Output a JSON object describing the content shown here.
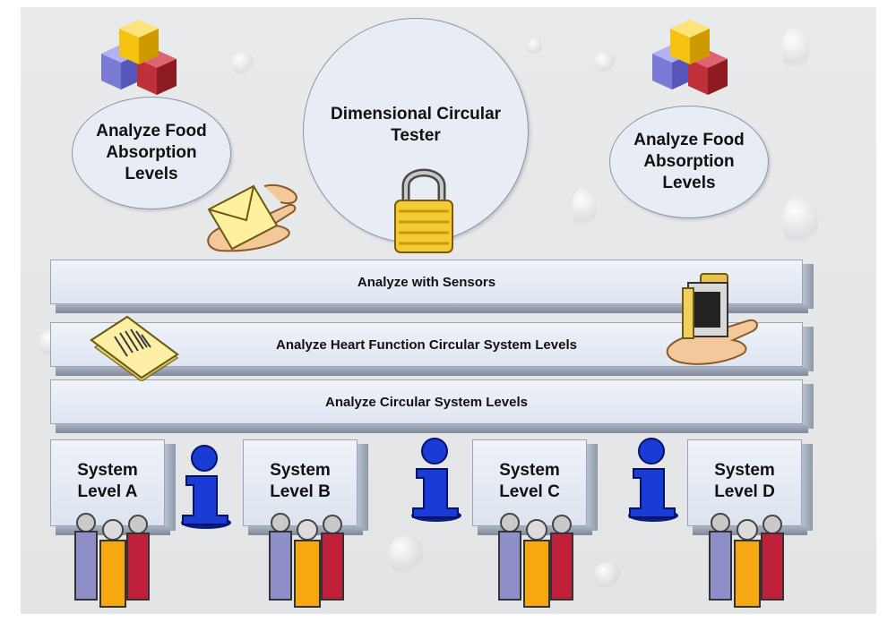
{
  "circles": {
    "left": "Analyze Food Absorption Levels",
    "center": "Dimensional Circular Tester",
    "right": "Analyze Food Absorption Levels"
  },
  "bars": {
    "sensors": "Analyze with Sensors",
    "heart": "Analyze Heart Function Circular System Levels",
    "circular": "Analyze Circular System Levels"
  },
  "systems": {
    "a": "System Level A",
    "b": "System Level B",
    "c": "System Level C",
    "d": "System Level D"
  },
  "icons": [
    "cubes-icon",
    "hand-envelope-icon",
    "padlock-icon",
    "document-icon",
    "hand-folder-icon",
    "info-person-icon",
    "people-group-icon"
  ],
  "colors": {
    "box_fill": "#e6ebf4",
    "cube_yellow": "#f7c919",
    "cube_purple": "#8f8fe6",
    "cube_red": "#c8323c",
    "info_blue": "#1a3bd6"
  }
}
